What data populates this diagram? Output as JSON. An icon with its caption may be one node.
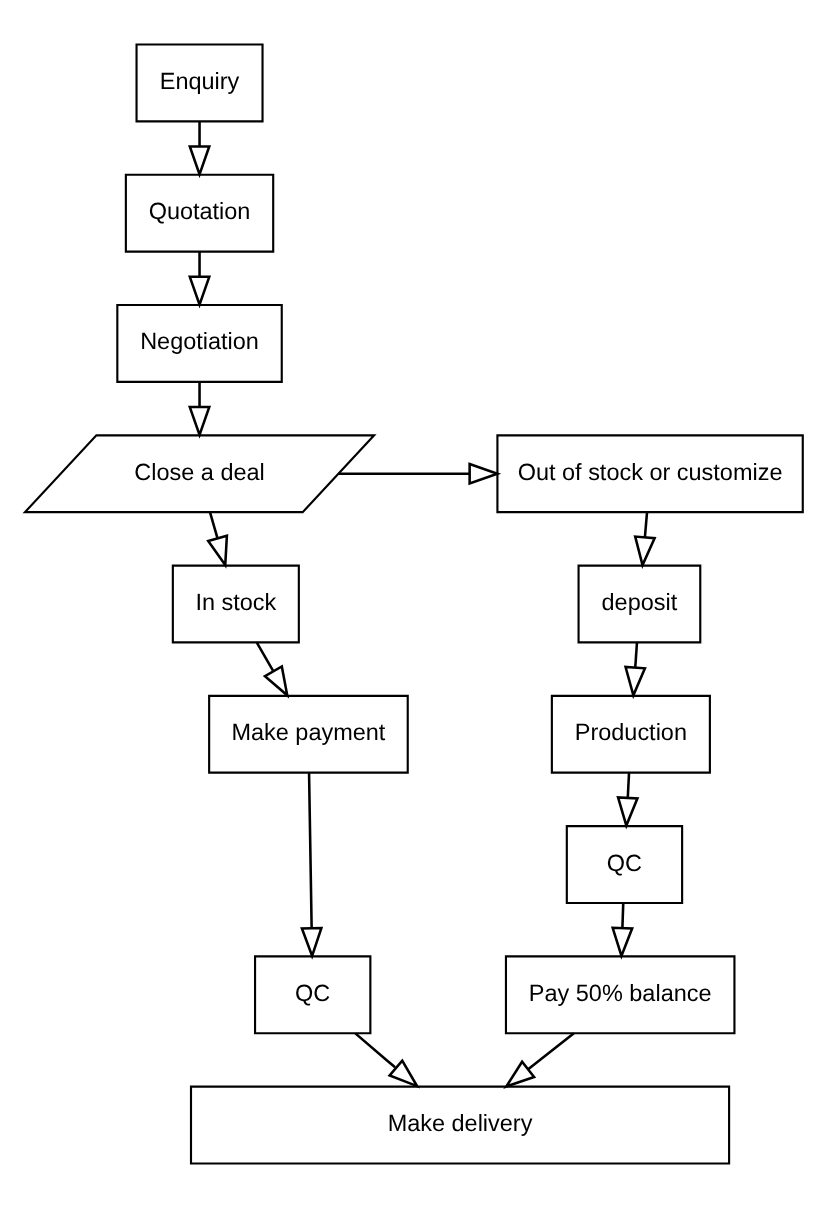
{
  "diagram": {
    "nodes": [
      {
        "text": [
          "Enquiry"
        ]
      },
      {
        "text": [
          "Quotation"
        ]
      },
      {
        "text": [
          "Negotiation"
        ]
      },
      {
        "text": [
          "Close a deal"
        ]
      },
      {
        "text": [
          "Out of stock or customize"
        ]
      },
      {
        "text": [
          "In stock"
        ]
      },
      {
        "text": [
          "deposit"
        ]
      },
      {
        "text": [
          "Make payment"
        ]
      },
      {
        "text": [
          "Production"
        ]
      },
      {
        "text": [
          "QC"
        ]
      },
      {
        "text": [
          "QC"
        ]
      },
      {
        "text": [
          "Pay 50% balance"
        ]
      },
      {
        "text": [
          "Make delivery"
        ]
      }
    ],
    "edges": [
      {
        "from": 0,
        "to": 1,
        "arrow": "to"
      },
      {
        "from": 1,
        "to": 2,
        "arrow": "to"
      },
      {
        "from": 2,
        "to": 3,
        "arrow": "to"
      },
      {
        "from": 3,
        "to": 4,
        "arrow": "to"
      },
      {
        "from": 3,
        "to": 5,
        "arrow": "to"
      },
      {
        "from": 4,
        "to": 6,
        "arrow": "to"
      },
      {
        "from": 5,
        "to": 7,
        "arrow": "to"
      },
      {
        "from": 6,
        "to": 8,
        "arrow": "to"
      },
      {
        "from": 7,
        "to": 9,
        "arrow": "to"
      },
      {
        "from": 8,
        "to": 10,
        "arrow": "to"
      },
      {
        "from": 10,
        "to": 11,
        "arrow": "to"
      },
      {
        "from": 9,
        "to": 12,
        "arrow": "to"
      },
      {
        "from": 11,
        "to": 12,
        "arrow": "to"
      }
    ]
  }
}
